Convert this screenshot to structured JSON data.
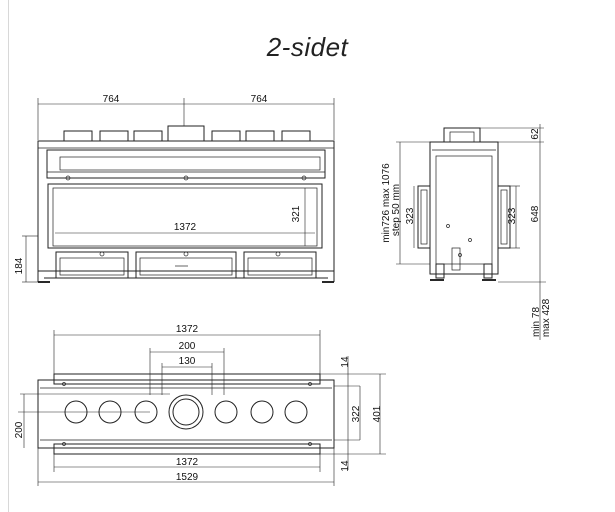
{
  "title": "2-sidet",
  "front_view": {
    "dim_top_left": "764",
    "dim_top_right": "764",
    "dim_window_width": "1372",
    "dim_window_height": "321",
    "dim_base_height": "184"
  },
  "side_view": {
    "dim_top_offset": "62",
    "dim_adjust_range": "min726 max 1076",
    "dim_adjust_step": "step 50 mm",
    "dim_inner_left": "323",
    "dim_inner_right": "323",
    "dim_height": "648",
    "dim_leg_min": "min 78",
    "dim_leg_max": "max 428"
  },
  "top_view": {
    "dim_window_top": "1372",
    "dim_outlet_outer": "200",
    "dim_outlet_inner": "130",
    "dim_glass_offset_top": "14",
    "dim_inner_depth": "322",
    "dim_outer_depth": "401",
    "dim_left_200": "200",
    "dim_window_bottom": "1372",
    "dim_total_width": "1529",
    "dim_glass_offset_bottom": "14"
  }
}
